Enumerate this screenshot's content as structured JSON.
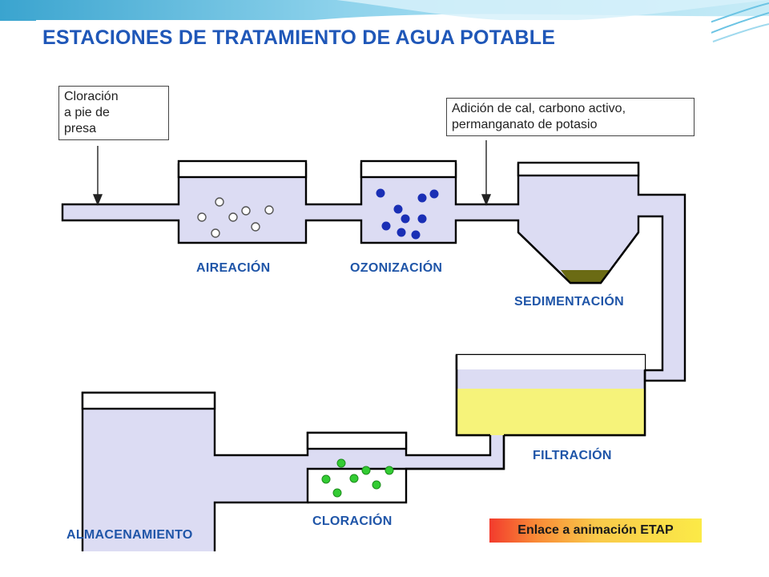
{
  "title": "ESTACIONES DE TRATAMIENTO DE AGUA POTABLE",
  "callouts": {
    "cloracion_pie_presa": "Cloración\na pie de\npresa",
    "adicion": "Adición de cal, carbono activo,\npermanganato de potasio"
  },
  "stages": {
    "aireacion": "AIREACIÓN",
    "ozonizacion": "OZONIZACIÓN",
    "sedimentacion": "SEDIMENTACIÓN",
    "filtracion": "FILTRACIÓN",
    "cloracion": "CLORACIÓN",
    "almacenamiento": "ALMACENAMIENTO"
  },
  "link": {
    "label": "Enlace a animación ETAP"
  },
  "colors": {
    "title": "#1f57b8",
    "stage_label": "#1f55a8",
    "water": "#dcdcf3",
    "outline": "#000000",
    "air_bubble": "#ffffff",
    "ozone_dot": "#1a2fb5",
    "sediment": "#6b6b14",
    "filter_media": "#f6f37a",
    "chlorine_dot": "#33cc33",
    "slide_accent": "#2aa7d6"
  }
}
